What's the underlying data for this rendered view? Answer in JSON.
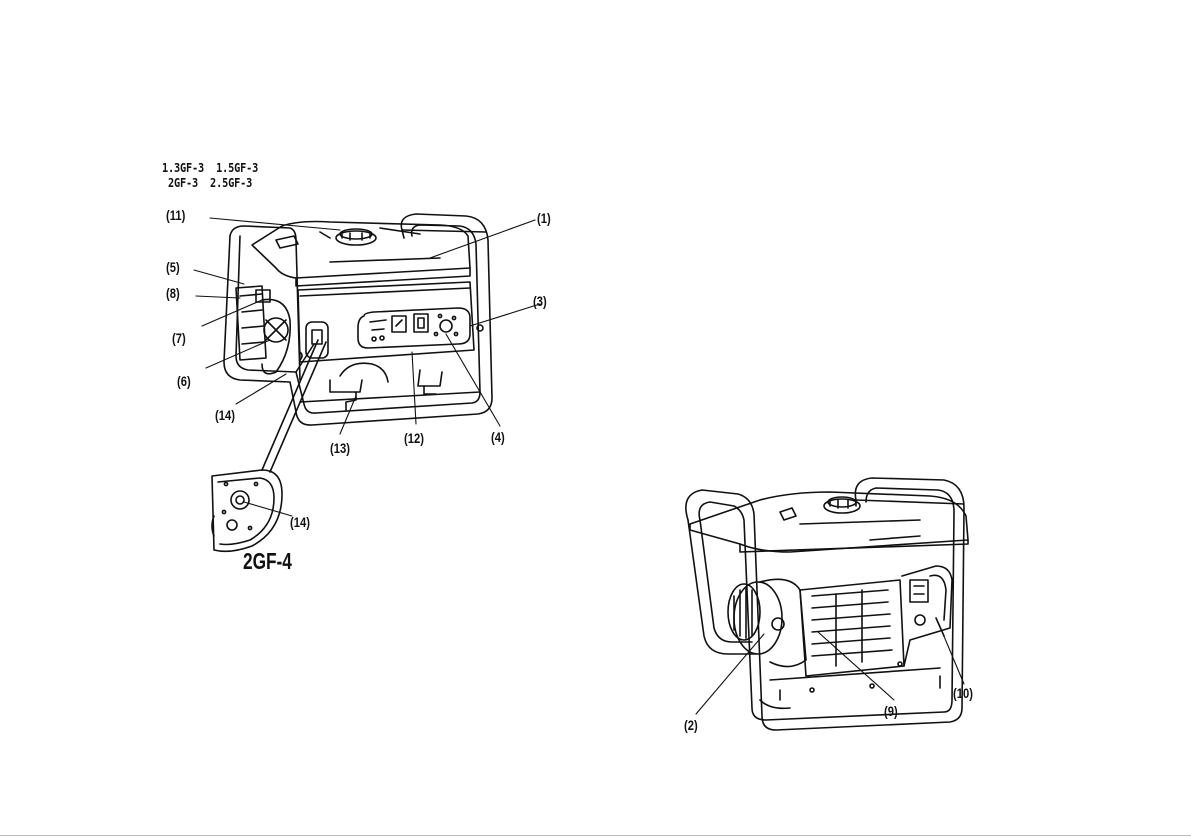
{
  "models": {
    "line1": "1.3GF-3  1.5GF-3",
    "line2": " 2GF-3  2.5GF-3"
  },
  "front_view_callouts": {
    "c1": "(1)",
    "c3": "(3)",
    "c4": "(4)",
    "c5": "(5)",
    "c6": "(6)",
    "c7": "(7)",
    "c8": "(8)",
    "c11": "(11)",
    "c12": "(12)",
    "c13": "(13)",
    "c14": "(14)"
  },
  "detail_view": {
    "callout": "(14)",
    "caption": "2GF-4"
  },
  "rear_view_callouts": {
    "c2": "(2)",
    "c9": "(9)",
    "c10": "(10)"
  }
}
